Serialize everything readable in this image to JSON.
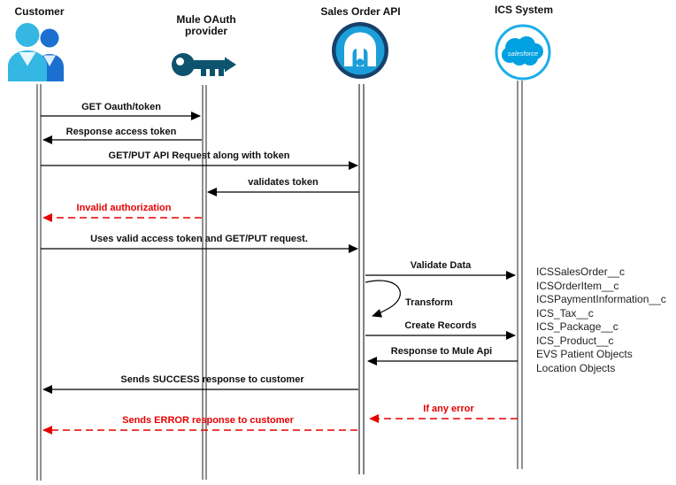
{
  "actors": [
    {
      "label": "Customer",
      "icon": "users-icon"
    },
    {
      "label": "Mule OAuth\nprovider",
      "icon": "key-icon"
    },
    {
      "label": "Sales Order API",
      "icon": "mulesoft-logo"
    },
    {
      "label": "ICS System",
      "icon": "salesforce-logo",
      "logo_text": "salesforce"
    }
  ],
  "messages": [
    {
      "label": "GET Oauth/token",
      "from": "Customer",
      "to": "Mule OAuth provider",
      "type": "solid"
    },
    {
      "label": "Response access token",
      "from": "Mule OAuth provider",
      "to": "Customer",
      "type": "solid"
    },
    {
      "label": "GET/PUT API Request along with token",
      "from": "Customer",
      "to": "Sales Order API",
      "type": "solid"
    },
    {
      "label": "validates token",
      "from": "Sales Order API",
      "to": "Mule OAuth provider",
      "type": "solid"
    },
    {
      "label": "Invalid authorization",
      "from": "Mule OAuth provider",
      "to": "Customer",
      "type": "dashed-error"
    },
    {
      "label": "Uses valid access token and GET/PUT request.",
      "from": "Customer",
      "to": "Sales Order API",
      "type": "solid"
    },
    {
      "label": "Validate Data",
      "from": "Sales Order API",
      "to": "ICS System",
      "type": "solid"
    },
    {
      "label": "Transform",
      "from": "Sales Order API",
      "to": "Sales Order API",
      "type": "self-loop"
    },
    {
      "label": "Create Records",
      "from": "Sales Order API",
      "to": "ICS System",
      "type": "solid"
    },
    {
      "label": "Response to Mule Api",
      "from": "ICS System",
      "to": "Sales Order API",
      "type": "solid"
    },
    {
      "label": "Sends SUCCESS response to customer",
      "from": "Sales Order API",
      "to": "Customer",
      "type": "solid"
    },
    {
      "label": "If any error",
      "from": "ICS System",
      "to": "Sales Order API",
      "type": "dashed-error"
    },
    {
      "label": "Sends ERROR response to customer",
      "from": "Sales Order API",
      "to": "Customer",
      "type": "dashed-error"
    }
  ],
  "objects": {
    "items": [
      "ICSSalesOrder__c",
      "ICSOrderItem__c",
      "ICSPaymentInformation__c",
      "ICS_Tax__c",
      "ICS_Package__c",
      "ICS_Product__c",
      "EVS Patient Objects",
      "Location Objects"
    ]
  },
  "colors": {
    "message": "#000000",
    "error": "#e60000",
    "mule_ring": "#16416b",
    "mule_fill": "#1b9ed9",
    "key": "#0d536e",
    "person_front": "#35b7e3",
    "person_back": "#1b6fd0",
    "salesforce_blue": "#00a1e0",
    "salesforce_ring": "#1caee8"
  }
}
